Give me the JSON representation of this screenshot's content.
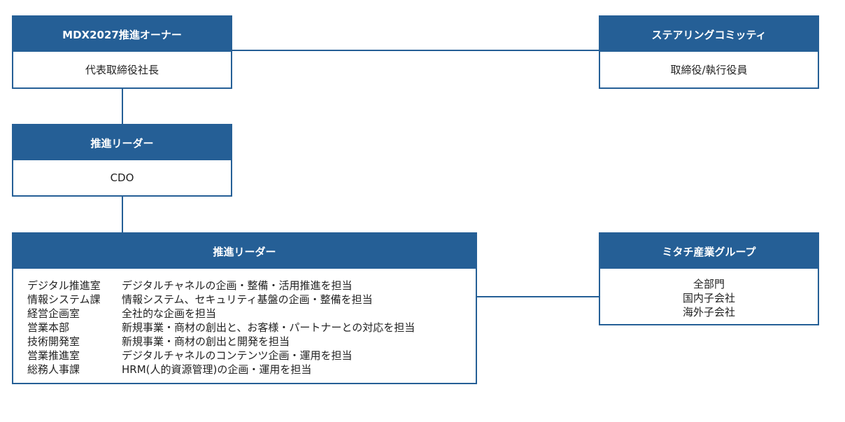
{
  "colors": {
    "accent": "#255f96",
    "text": "#222222",
    "background": "#ffffff"
  },
  "owner": {
    "title": "MDX2027推進オーナー",
    "body": "代表取締役社長"
  },
  "steering": {
    "title": "ステアリングコミッティ",
    "body": "取締役/執行役員"
  },
  "leader": {
    "title": "推進リーダー",
    "body": "CDO"
  },
  "team": {
    "title": "推進リーダー",
    "rows": [
      {
        "dept": "デジタル推進室",
        "desc": "デジタルチャネルの企画・整備・活用推進を担当"
      },
      {
        "dept": "情報システム課",
        "desc": "情報システム、セキュリティ基盤の企画・整備を担当"
      },
      {
        "dept": "経営企画室",
        "desc": "全社的な企画を担当"
      },
      {
        "dept": "営業本部",
        "desc": "新規事業・商材の創出と、お客様・パートナーとの対応を担当"
      },
      {
        "dept": "技術開発室",
        "desc": "新規事業・商材の創出と開発を担当"
      },
      {
        "dept": "営業推進室",
        "desc": "デジタルチャネルのコンテンツ企画・運用を担当"
      },
      {
        "dept": "総務人事課",
        "desc": "HRM(人的資源管理)の企画・運用を担当"
      }
    ]
  },
  "group": {
    "title": "ミタチ産業グループ",
    "lines": [
      "全部門",
      "国内子会社",
      "海外子会社"
    ]
  }
}
